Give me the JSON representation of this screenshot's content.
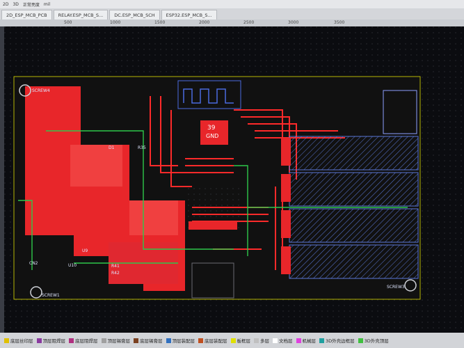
{
  "toolbar": {
    "mode_2d": "2D",
    "mode_3d": "3D",
    "view_mode": "正常亮度",
    "unit": "mil"
  },
  "tabs": [
    {
      "label": "2D_ESP_MCB_PCB"
    },
    {
      "label": "RELAY.ESP_MCB_S..."
    },
    {
      "label": "DC.ESP_MCB_SCH"
    },
    {
      "label": "ESP32.ESP_MCB_S..."
    }
  ],
  "ruler": [
    "500",
    "1000",
    "1500",
    "2000",
    "2500",
    "3000",
    "3500"
  ],
  "board": {
    "gnd_label_num": "39",
    "gnd_label_text": "GND",
    "screw_labels": [
      "SCREW4",
      "SCREW1",
      "SCREW3"
    ],
    "designators": [
      "U10",
      "CN2",
      "R35",
      "R41",
      "R42",
      "U9",
      "D1"
    ]
  },
  "layers": [
    {
      "label": "底层丝印层",
      "color": "#e0c000"
    },
    {
      "label": "顶层阻焊层",
      "color": "#8a3aa0"
    },
    {
      "label": "底层阻焊层",
      "color": "#b03080"
    },
    {
      "label": "顶层锡膏层",
      "color": "#a0a0a0"
    },
    {
      "label": "底层锡膏层",
      "color": "#7a4020"
    },
    {
      "label": "顶层装配层",
      "color": "#3070c0"
    },
    {
      "label": "底层装配层",
      "color": "#c05020"
    },
    {
      "label": "板框层",
      "color": "#e0e000"
    },
    {
      "label": "多层",
      "color": "#c0c0c0"
    },
    {
      "label": "文档层",
      "color": "#ffffff"
    },
    {
      "label": "机械层",
      "color": "#e040e0"
    },
    {
      "label": "3D外壳边框层",
      "color": "#20a0a0"
    },
    {
      "label": "3D外壳顶层",
      "color": "#40c040"
    }
  ]
}
